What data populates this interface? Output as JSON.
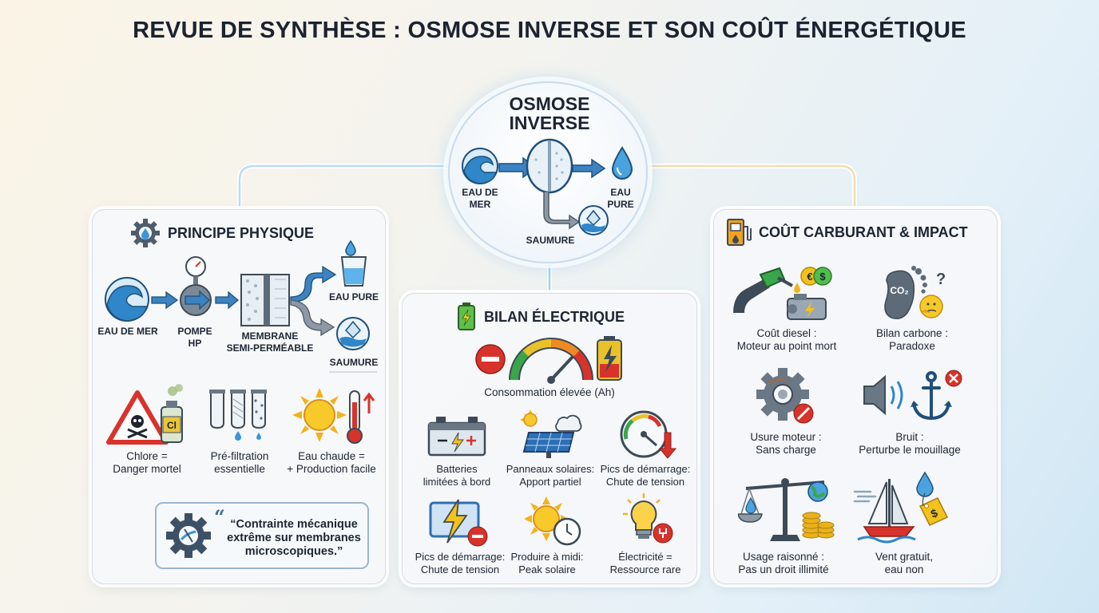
{
  "title": "REVUE DE SYNTHÈSE : OSMOSE INVERSE ET SON COÛT ÉNERGÉTIQUE",
  "hub": {
    "title_line1": "OSMOSE",
    "title_line2": "INVERSE",
    "input_label": "EAU DE\nMER",
    "output_label": "EAU\nPURE",
    "reject_label": "SAUMURE"
  },
  "left": {
    "heading": "PRINCIPE PHYSIQUE",
    "flow": {
      "sea": "EAU DE MER",
      "pump": "POMPE\nHP",
      "membrane": "MEMBRANE\nSEMI-PERMÉABLE",
      "pure": "EAU PURE",
      "brine": "SAUMURE"
    },
    "items": [
      {
        "icon": "chlorine-danger-icon",
        "caption": "Chlore =\nDanger mortel"
      },
      {
        "icon": "prefiltration-icon",
        "caption": "Pré-filtration\nessentielle"
      },
      {
        "icon": "sun-thermometer-icon",
        "caption": "Eau chaude =\n+ Production facile"
      }
    ],
    "quote": "Contrainte mécanique\nextrême sur membranes\nmicroscopiques."
  },
  "middle": {
    "heading": "BILAN ÉLECTRIQUE",
    "gauge_caption": "Consommation élevée (Ah)",
    "items": [
      {
        "icon": "battery-icon",
        "caption": "Batteries\nlimitées à bord"
      },
      {
        "icon": "solar-panel-icon",
        "caption": "Panneaux solaires:\nApport partiel"
      },
      {
        "icon": "voltage-gauge-icon",
        "caption": "Pics de démarrage:\nChute de tension"
      },
      {
        "icon": "lightning-battery-icon",
        "caption": "Pics de démarrage:\nChute de tension"
      },
      {
        "icon": "sun-clock-icon",
        "caption": "Produire à midi:\nPeak solaire"
      },
      {
        "icon": "lightbulb-icon",
        "caption": "Électricité =\nRessource rare"
      }
    ]
  },
  "right": {
    "heading": "COÛT CARBURANT & IMPACT",
    "items": [
      {
        "icon": "fuel-nozzle-engine-icon",
        "caption": "Coût diesel :\nMoteur au point mort"
      },
      {
        "icon": "carbon-footprint-icon",
        "caption": "Bilan carbone :\nParadoxe",
        "badge": "CO₂"
      },
      {
        "icon": "worn-gear-icon",
        "caption": "Usure moteur :\nSans charge"
      },
      {
        "icon": "noise-anchor-icon",
        "caption": "Bruit :\nPerturbe le mouillage"
      },
      {
        "icon": "balance-scale-icon",
        "caption": "Usage raisonné :\nPas un droit illimité"
      },
      {
        "icon": "sailboat-water-icon",
        "caption": "Vent gratuit,\neau non"
      }
    ]
  },
  "colors": {
    "water_blue": "#2f86c8",
    "dark_blue": "#1f4f7a",
    "arrow_blue": "#3d82c1",
    "danger_red": "#d8332b",
    "warning_yellow": "#f3c21c",
    "green": "#3aa64b",
    "glow": "#8fd0f5"
  }
}
